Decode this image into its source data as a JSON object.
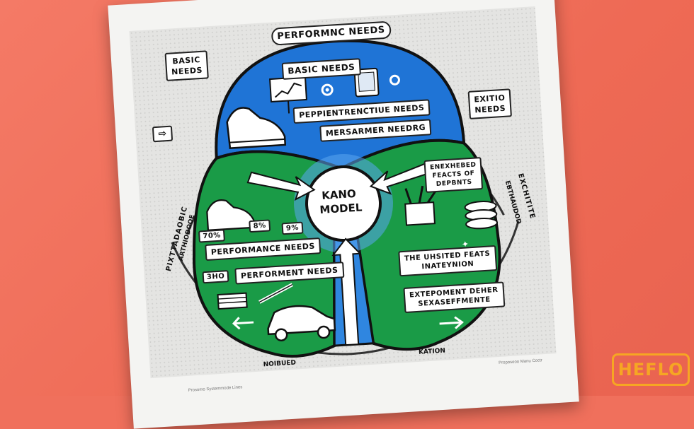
{
  "diagram": {
    "center_title_line1": "KANO",
    "center_title_line2": "MODEL",
    "top_banner": "PERFORMNC NEEDS",
    "outer_left_top_line1": "BASIC",
    "outer_left_top_line2": "NEEDS",
    "outer_right_top_line1": "EXITIO",
    "outer_right_top_line2": "NEEDS",
    "arrow_box": "⇨",
    "left_arc_text": "PIXTTADAOBIC",
    "left_arc_text2": "ARTHIODOOE",
    "right_arc_text": "EXCHITITE",
    "right_arc_text2": "EBTHAUDOD",
    "bottom_left_label": "NOIBUED",
    "bottom_right_label": "KATION",
    "blue_section": {
      "label1": "BASIC NEEDS",
      "label2": "PEPPIENTRENCTIUE NEEDS",
      "label3": "MERSARMER NEEDRG"
    },
    "green_left_section": {
      "pct1": "70%",
      "pct2": "8%",
      "pct3": "9%",
      "label1": "PERFORMANCE NEEDS",
      "num": "3HO",
      "label2": "PERFORMENT NEEDS"
    },
    "green_right_section": {
      "title_line1": "ENEXHEBED",
      "title_line2": "FEACTS OF",
      "title_line3": "DEPBNTS",
      "label1_line1": "THE UHSITED FEATS",
      "label1_line2": "INATEYNION",
      "label2_line1": "EXTEPOMENT DEHER",
      "label2_line2": "SEXASEFFMENTE"
    },
    "footer_left": "Prosomo Systemmode Lines",
    "footer_right": "Proposeoo Manu Coctr"
  },
  "brand": {
    "logo_text": "HEFLO"
  },
  "colors": {
    "background": "#f0705c",
    "blue": "#1f74d6",
    "green": "#1a9b47",
    "logo": "#f6a623"
  },
  "icons": [
    "sneaker-icon",
    "chart-board-icon",
    "gear-icon",
    "tablet-icon",
    "car-icon",
    "pen-icon",
    "box-icon",
    "coin-stack-icon"
  ]
}
